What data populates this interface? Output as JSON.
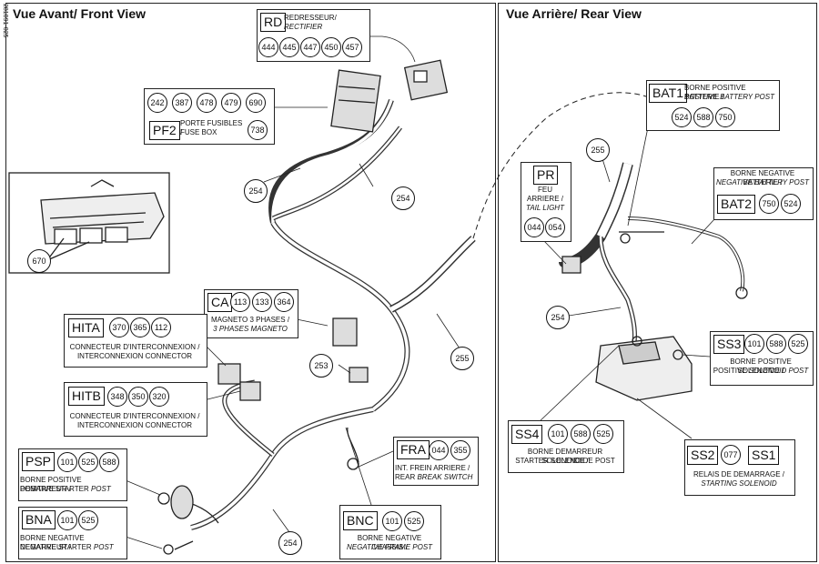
{
  "ref_code": "281091-025",
  "front": {
    "title": "Vue Avant/ Front View"
  },
  "rear": {
    "title": "Vue Arrière/ Rear View"
  },
  "rd": {
    "code": "RD",
    "line1": "REDRESSEUR/",
    "line2": "RECTIFIER",
    "parts": [
      "444",
      "445",
      "447",
      "450",
      "457"
    ]
  },
  "pf2": {
    "code": "PF2",
    "line1": "PORTE FUSIBLES /",
    "line2": "FUSE BOX",
    "parts": [
      "242",
      "387",
      "478",
      "479",
      "690"
    ],
    "part_side": "738"
  },
  "ca": {
    "code": "CA",
    "line1": "MAGNETO 3 PHASES /",
    "line2": "3 PHASES MAGNETO",
    "parts": [
      "113",
      "133",
      "364"
    ]
  },
  "hita": {
    "code": "HITA",
    "line1": "CONNECTEUR D'INTERCONNEXION /",
    "line2": "INTERCONNEXION CONNECTOR",
    "parts": [
      "370",
      "365",
      "112"
    ]
  },
  "hitb": {
    "code": "HITB",
    "line1": "CONNECTEUR D'INTERCONNEXION /",
    "line2": "INTERCONNEXION CONNECTOR",
    "parts": [
      "348",
      "350",
      "320"
    ]
  },
  "psp": {
    "code": "PSP",
    "line1": "BORNE POSITIVE DEMARREUR /",
    "line2a": "POSITIVE STARTER ",
    "line2b": "POST",
    "parts": [
      "101",
      "525",
      "588"
    ]
  },
  "bna": {
    "code": "BNA",
    "line1": "BORNE NEGATIVE DEMARREUR /",
    "line2a": "NEGATIVE STARTER ",
    "line2b": "POST",
    "parts": [
      "101",
      "525"
    ]
  },
  "fra": {
    "code": "FRA",
    "line1": "INT. FREIN ARRIERE /",
    "line2a": "REAR ",
    "line2b": "BREAK SWITCH",
    "parts": [
      "044",
      "355"
    ]
  },
  "bnc": {
    "code": "BNC",
    "line1": "BORNE NEGATIVE CHASSIS /",
    "line2": "NEGATIVE FRAME POST",
    "parts": [
      "101",
      "525"
    ]
  },
  "pr": {
    "code": "PR",
    "line1": "FEU",
    "line2": "ARRIERE /",
    "line3": "TAIL LIGHT",
    "parts": [
      "044",
      "054"
    ]
  },
  "bat1": {
    "code": "BAT1",
    "line1": "BORNE POSITIVE BATTERIE /",
    "line2": "POSITIVE BATTERY POST",
    "parts": [
      "524",
      "588",
      "750"
    ]
  },
  "bat2": {
    "code": "BAT2",
    "line1": "BORNE NEGATIVE BATTERIE /",
    "line2": "NEGATIVE BATTERY POST",
    "parts": [
      "750",
      "524"
    ]
  },
  "ss3": {
    "code": "SS3",
    "line1": "BORNE POSITIVE SOLENOIDE /",
    "line2a": "POSITIVE ",
    "line2b": "SOLENOID POST",
    "parts": [
      "101",
      "588",
      "525"
    ]
  },
  "ss4": {
    "code": "SS4",
    "line1": "BORNE DEMARREUR SOLENOIDE /",
    "line2": "STARTER SOLENOIDE POST",
    "parts": [
      "101",
      "588",
      "525"
    ]
  },
  "ss12": {
    "code_a": "SS2",
    "part": "077",
    "code_b": "SS1",
    "line1": "RELAIS DE DEMARRAGE /",
    "line2": "STARTING SOLENOID"
  },
  "callouts": {
    "c670": "670",
    "c254a": "254",
    "c254b": "254",
    "c253": "253",
    "c255a": "255",
    "c254c": "254",
    "c255b": "255",
    "c254d": "254"
  }
}
